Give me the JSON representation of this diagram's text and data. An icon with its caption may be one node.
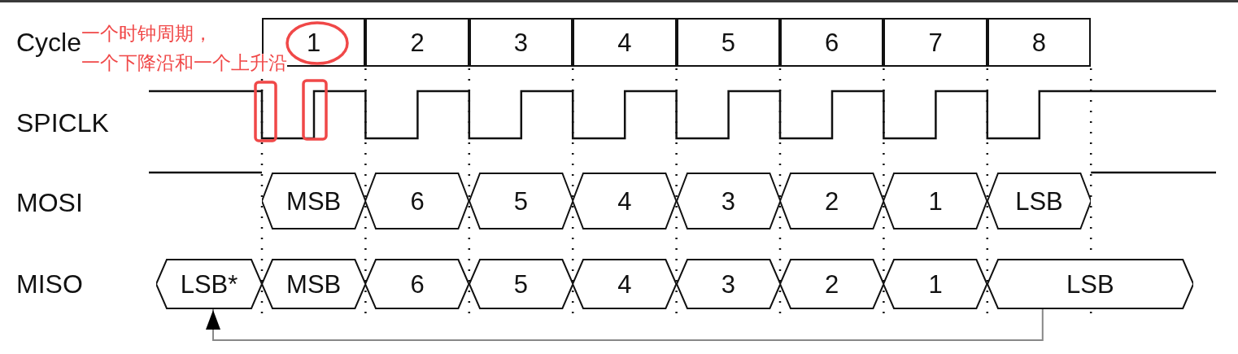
{
  "diagram": {
    "nodes": [
      {
        "text": [
          "1"
        ]
      },
      {
        "text": [
          "2"
        ]
      },
      {
        "text": [
          "3"
        ]
      },
      {
        "text": [
          "4"
        ]
      },
      {
        "text": [
          "5"
        ]
      },
      {
        "text": [
          "6"
        ]
      },
      {
        "text": [
          "7"
        ]
      },
      {
        "text": [
          "8"
        ]
      },
      {
        "text": [
          "MSB"
        ]
      },
      {
        "text": [
          "6"
        ]
      },
      {
        "text": [
          "5"
        ]
      },
      {
        "text": [
          "4"
        ]
      },
      {
        "text": [
          "3"
        ]
      },
      {
        "text": [
          "2"
        ]
      },
      {
        "text": [
          "1"
        ]
      },
      {
        "text": [
          "LSB"
        ]
      },
      {
        "text": [
          "LSB*"
        ]
      },
      {
        "text": [
          "MSB"
        ]
      },
      {
        "text": [
          "6"
        ]
      },
      {
        "text": [
          "5"
        ]
      },
      {
        "text": [
          "4"
        ]
      },
      {
        "text": [
          "3"
        ]
      },
      {
        "text": [
          "2"
        ]
      },
      {
        "text": [
          "1"
        ]
      },
      {
        "text": [
          "LSB"
        ]
      }
    ],
    "edges": [
      {
        "from": 24,
        "to": 16,
        "arrow": "to"
      }
    ],
    "labels": [
      "Cycle",
      "一个时钟周期，",
      "一个下降沿和一个上升沿",
      "SPICLK",
      "MOSI",
      "MISO"
    ]
  }
}
